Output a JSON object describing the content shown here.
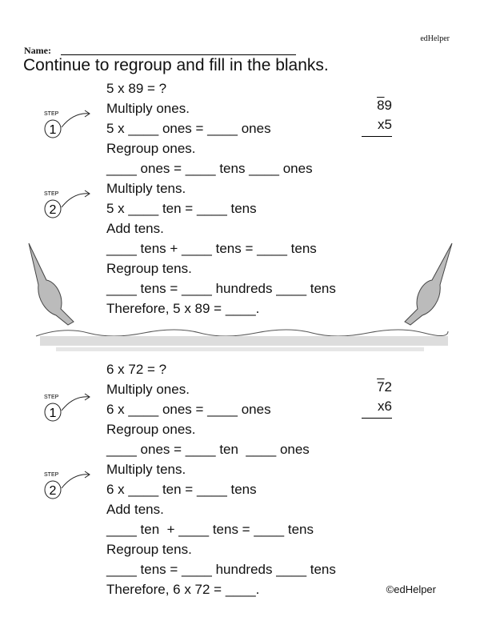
{
  "header": {
    "brand": "edHelper",
    "name_label": "Name:",
    "title": "Continue to regroup and fill in the blanks."
  },
  "step_label": "STEP",
  "problems": [
    {
      "lines": [
        "5 x 89 = ?",
        "Multiply ones.",
        "5 x ____ ones = ____ ones",
        "Regroup ones.",
        "____ ones = ____ tens ____ ones",
        "Multiply tens.",
        "5 x ____ ten = ____ tens",
        "Add tens.",
        "____ tens + ____ tens = ____ tens",
        "Regroup tens.",
        "____ tens = ____ hundreds ____ tens",
        "Therefore, 5 x 89 = ____."
      ],
      "top_digit_carry": "8",
      "top_digit_rest": "9",
      "multiplier": "x5",
      "steps": [
        "1",
        "2"
      ]
    },
    {
      "lines": [
        "6 x 72 = ?",
        "Multiply ones.",
        "6 x ____ ones = ____ ones",
        "Regroup ones.",
        "____ ones = ____ ten  ____ ones",
        "Multiply tens.",
        "6 x ____ ten = ____ tens",
        "Add tens.",
        "____ ten  + ____ tens = ____ tens",
        "Regroup tens.",
        "____ tens = ____ hundreds ____ tens",
        "Therefore, 6 x 72 = ____."
      ],
      "top_digit_carry": "7",
      "top_digit_rest": "2",
      "multiplier": "x6",
      "steps": [
        "1",
        "2"
      ]
    }
  ],
  "footer": {
    "copyright": "©edHelper"
  }
}
